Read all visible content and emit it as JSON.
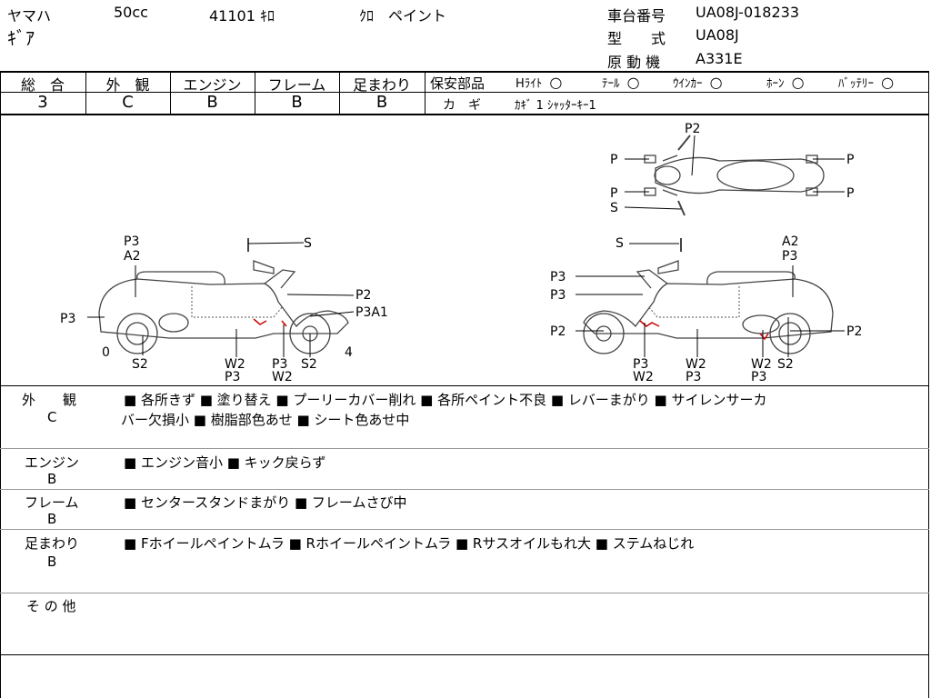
{
  "header": {
    "maker": "ヤマハ",
    "displacement": "50cc",
    "code": "41101 ｷﾛ",
    "color": "ｸﾛ　ペイント",
    "model_name": "ｷﾞｱ",
    "frame_no_label": "車台番号",
    "frame_no": "UA08J-018233",
    "type_label": "型　　式",
    "type_value": "UA08J",
    "engine_label": "原 動 機",
    "engine_value": "A331E"
  },
  "grades": {
    "headers": [
      "総　合",
      "外　観",
      "エンジン",
      "フレーム",
      "足まわり"
    ],
    "values": [
      "3",
      "C",
      "B",
      "B",
      "B"
    ]
  },
  "safety": {
    "label": "保安部品",
    "items": [
      "Hﾗｲﾄ",
      "ﾃｰﾙ",
      "ｳｲﾝｶｰ",
      "ﾎｰﾝ",
      "ﾊﾞｯﾃﾘｰ"
    ],
    "mark": "○",
    "key_label": "カ　ギ",
    "key_value": "ｶｷﾞ 1 ｼｬｯﾀｰｷｰ1"
  },
  "diagram": {
    "top": {
      "p2": "P2",
      "p_ul": "P",
      "p_ll": "P",
      "s": "S",
      "p_ur": "P",
      "p_lr": "P"
    },
    "left": {
      "p3a2_1": "P3",
      "p3a2_2": "A2",
      "s_top": "S",
      "p3_left": "P3",
      "p2": "P2",
      "p3a1": "P3A1",
      "zero": "0",
      "four": "4",
      "s2_l": "S2",
      "w2p3_1": "W2",
      "w2p3_2": "P3",
      "p3w2_1": "P3",
      "p3w2_2": "W2",
      "s2_r": "S2"
    },
    "right": {
      "s_top": "S",
      "a2": "A2",
      "p3_tr": "P3",
      "p3_a": "P3",
      "p3_b": "P3",
      "p2_l": "P2",
      "p2_r": "P2",
      "p3w2_1": "P3",
      "p3w2_2": "W2",
      "w2p3_1": "W2",
      "w2p3_2": "P3",
      "w2p3b_1": "W2",
      "w2p3b_2": "P3",
      "s2": "S2"
    }
  },
  "remarks": {
    "exterior_label": "外　　観",
    "exterior_grade": "C",
    "exterior_line1": "■ 各所きず ■ 塗り替え ■ プーリーカバー削れ ■ 各所ペイント不良 ■ レバーまがり ■ サイレンサーカ",
    "exterior_line2": "バー欠損小 ■ 樹脂部色あせ ■ シート色あせ中",
    "engine_label": "エンジン",
    "engine_grade": "B",
    "engine_text": "■ エンジン音小 ■ キック戻らず",
    "frame_label": "フレーム",
    "frame_grade": "B",
    "frame_text": "■ センタースタンドまがり ■ フレームさび中",
    "chassis_label": "足まわり",
    "chassis_grade": "B",
    "chassis_text": "■ Fホイールペイントムラ ■ Rホイールペイントムラ ■ Rサスオイルもれ大 ■ ステムねじれ",
    "other_label": "そ の 他"
  }
}
